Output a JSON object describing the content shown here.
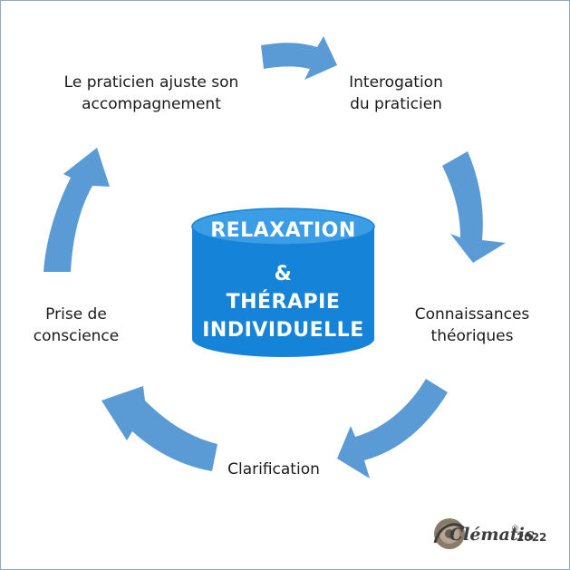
{
  "center": {
    "line1": "RELAXATION",
    "line2": "&",
    "line3": "THÉRAPIE",
    "line4": "INDIVIDUELLE"
  },
  "cycle_steps": [
    {
      "line1": "Interogation",
      "line2": "du praticien"
    },
    {
      "line1": "Connaissances",
      "line2": "théoriques"
    },
    {
      "line1": "Clarification",
      "line2": ""
    },
    {
      "line1": "Prise de",
      "line2": "conscience"
    },
    {
      "line1": "Le praticien ajuste son",
      "line2": "accompagnement"
    }
  ],
  "logo": {
    "name": "Clématis",
    "registered": "®",
    "year": "2022"
  },
  "colors": {
    "arrow": "#5b9bd5",
    "cylinder_side": "#1583d7",
    "cylinder_top": "#3b9de6",
    "text_on_cylinder": "#ffffff"
  }
}
